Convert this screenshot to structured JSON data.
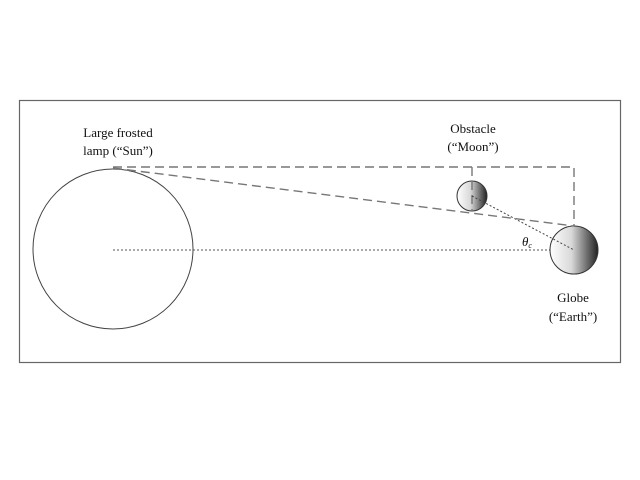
{
  "labels": {
    "sun_line1": "Large frosted",
    "sun_line2": "lamp (“Sun”)",
    "moon_line1": "Obstacle",
    "moon_line2": "(“Moon”)",
    "earth_line1": "Globe",
    "earth_line2": "(“Earth”)",
    "angle_symbol": "θ",
    "angle_subscript": "c"
  },
  "colors": {
    "frame": "#555555",
    "dash": "#777777"
  }
}
